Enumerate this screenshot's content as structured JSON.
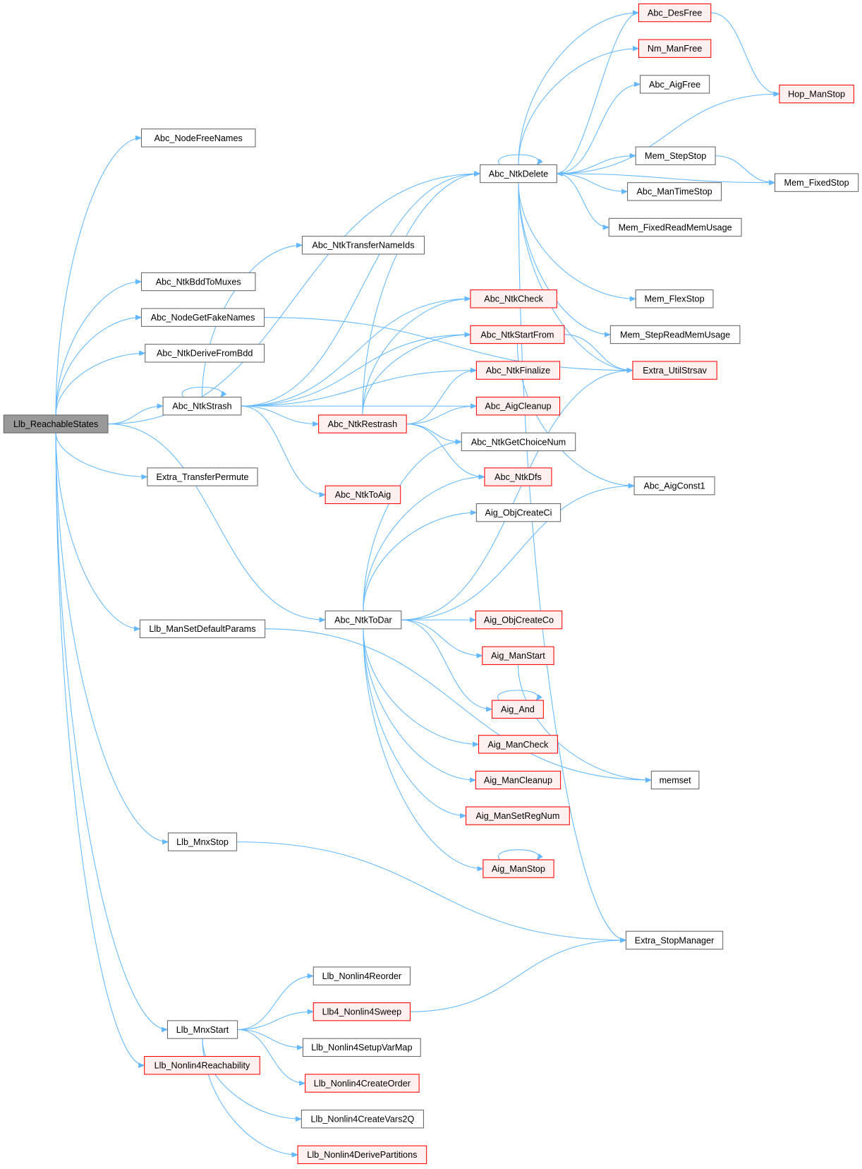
{
  "colors": {
    "edge": "#63b8ff",
    "root_fill": "#999999",
    "root_border": "#666666",
    "node_border": "#666666",
    "red_border": "#ff0000",
    "red_fill": "#fff0f0"
  },
  "nodes": [
    {
      "id": "reach",
      "label": "Llb_ReachableStates",
      "root": true
    },
    {
      "id": "nodefree",
      "label": "Abc_NodeFreeNames"
    },
    {
      "id": "bddmux",
      "label": "Abc_NtkBddToMuxes"
    },
    {
      "id": "fakenames",
      "label": "Abc_NodeGetFakeNames"
    },
    {
      "id": "derivebdd",
      "label": "Abc_NtkDeriveFromBdd"
    },
    {
      "id": "strash",
      "label": "Abc_NtkStrash"
    },
    {
      "id": "permute",
      "label": "Extra_TransferPermute"
    },
    {
      "id": "defparams",
      "label": "Llb_ManSetDefaultParams"
    },
    {
      "id": "mnxstop",
      "label": "Llb_MnxStop"
    },
    {
      "id": "mnxstart",
      "label": "Llb_MnxStart"
    },
    {
      "id": "n4reach",
      "label": "Llb_Nonlin4Reachability",
      "red": true
    },
    {
      "id": "ntkdelete",
      "label": "Abc_NtkDelete"
    },
    {
      "id": "transids",
      "label": "Abc_NtkTransferNameIds"
    },
    {
      "id": "restrash",
      "label": "Abc_NtkRestrash",
      "red": true
    },
    {
      "id": "toaig",
      "label": "Abc_NtkToAig",
      "red": true
    },
    {
      "id": "todar",
      "label": "Abc_NtkToDar"
    },
    {
      "id": "desfree",
      "label": "Abc_DesFree",
      "red": true
    },
    {
      "id": "nmfree",
      "label": "Nm_ManFree",
      "red": true
    },
    {
      "id": "aigfree",
      "label": "Abc_AigFree"
    },
    {
      "id": "hopstop",
      "label": "Hop_ManStop",
      "red": true
    },
    {
      "id": "stepstop",
      "label": "Mem_StepStop"
    },
    {
      "id": "fixedstop",
      "label": "Mem_FixedStop"
    },
    {
      "id": "timestop",
      "label": "Abc_ManTimeStop"
    },
    {
      "id": "fixedmem",
      "label": "Mem_FixedReadMemUsage"
    },
    {
      "id": "ntkcheck",
      "label": "Abc_NtkCheck",
      "red": true
    },
    {
      "id": "startfrom",
      "label": "Abc_NtkStartFrom",
      "red": true
    },
    {
      "id": "finalize",
      "label": "Abc_NtkFinalize",
      "red": true
    },
    {
      "id": "aigcleanup",
      "label": "Abc_AigCleanup",
      "red": true
    },
    {
      "id": "choicenum",
      "label": "Abc_NtkGetChoiceNum"
    },
    {
      "id": "ntkdfs",
      "label": "Abc_NtkDfs",
      "red": true
    },
    {
      "id": "createci",
      "label": "Aig_ObjCreateCi"
    },
    {
      "id": "flexstop",
      "label": "Mem_FlexStop"
    },
    {
      "id": "stepmem",
      "label": "Mem_StepReadMemUsage"
    },
    {
      "id": "strsav",
      "label": "Extra_UtilStrsav",
      "red": true
    },
    {
      "id": "const1",
      "label": "Abc_AigConst1"
    },
    {
      "id": "createco",
      "label": "Aig_ObjCreateCo",
      "red": true
    },
    {
      "id": "manstart",
      "label": "Aig_ManStart",
      "red": true
    },
    {
      "id": "aigand",
      "label": "Aig_And",
      "red": true
    },
    {
      "id": "mancheck",
      "label": "Aig_ManCheck",
      "red": true
    },
    {
      "id": "mancleanup",
      "label": "Aig_ManCleanup",
      "red": true
    },
    {
      "id": "regnum",
      "label": "Aig_ManSetRegNum",
      "red": true
    },
    {
      "id": "manstop",
      "label": "Aig_ManStop",
      "red": true
    },
    {
      "id": "memset",
      "label": "memset"
    },
    {
      "id": "stopmgr",
      "label": "Extra_StopManager"
    },
    {
      "id": "reorder",
      "label": "Llb_Nonlin4Reorder"
    },
    {
      "id": "sweep",
      "label": "Llb4_Nonlin4Sweep",
      "red": true
    },
    {
      "id": "varmap",
      "label": "Llb_Nonlin4SetupVarMap"
    },
    {
      "id": "createorder",
      "label": "Llb_Nonlin4CreateOrder",
      "red": true
    },
    {
      "id": "vars2q",
      "label": "Llb_Nonlin4CreateVars2Q"
    },
    {
      "id": "partitions",
      "label": "Llb_Nonlin4DerivePartitions",
      "red": true
    }
  ],
  "edges": [
    [
      "reach",
      "nodefree"
    ],
    [
      "reach",
      "ntkdelete"
    ],
    [
      "reach",
      "bddmux"
    ],
    [
      "reach",
      "fakenames"
    ],
    [
      "reach",
      "derivebdd"
    ],
    [
      "reach",
      "strash"
    ],
    [
      "reach",
      "permute"
    ],
    [
      "reach",
      "defparams"
    ],
    [
      "reach",
      "todar"
    ],
    [
      "reach",
      "mnxstop"
    ],
    [
      "reach",
      "mnxstart"
    ],
    [
      "reach",
      "n4reach"
    ],
    [
      "fakenames",
      "strsav"
    ],
    [
      "strash",
      "strash"
    ],
    [
      "strash",
      "ntkdelete"
    ],
    [
      "strash",
      "transids"
    ],
    [
      "strash",
      "ntkcheck"
    ],
    [
      "strash",
      "startfrom"
    ],
    [
      "strash",
      "finalize"
    ],
    [
      "strash",
      "restrash"
    ],
    [
      "strash",
      "aigcleanup"
    ],
    [
      "strash",
      "toaig"
    ],
    [
      "restrash",
      "ntkdelete"
    ],
    [
      "restrash",
      "ntkcheck"
    ],
    [
      "restrash",
      "startfrom"
    ],
    [
      "restrash",
      "finalize"
    ],
    [
      "restrash",
      "aigcleanup"
    ],
    [
      "restrash",
      "choicenum"
    ],
    [
      "restrash",
      "ntkdfs"
    ],
    [
      "ntkdelete",
      "ntkdelete"
    ],
    [
      "ntkdelete",
      "desfree"
    ],
    [
      "ntkdelete",
      "nmfree"
    ],
    [
      "ntkdelete",
      "aigfree"
    ],
    [
      "ntkdelete",
      "hopstop"
    ],
    [
      "ntkdelete",
      "stepstop"
    ],
    [
      "ntkdelete",
      "timestop"
    ],
    [
      "ntkdelete",
      "fixedmem"
    ],
    [
      "ntkdelete",
      "fixedstop"
    ],
    [
      "ntkdelete",
      "flexstop"
    ],
    [
      "ntkdelete",
      "stepmem"
    ],
    [
      "ntkdelete",
      "strsav"
    ],
    [
      "ntkdelete",
      "stopmgr"
    ],
    [
      "desfree",
      "ntkdelete"
    ],
    [
      "desfree",
      "hopstop"
    ],
    [
      "stepstop",
      "fixedstop"
    ],
    [
      "startfrom",
      "strsav"
    ],
    [
      "startfrom",
      "const1"
    ],
    [
      "todar",
      "choicenum"
    ],
    [
      "todar",
      "ntkdfs"
    ],
    [
      "todar",
      "createci"
    ],
    [
      "todar",
      "strsav"
    ],
    [
      "todar",
      "const1"
    ],
    [
      "todar",
      "createco"
    ],
    [
      "todar",
      "manstart"
    ],
    [
      "todar",
      "aigand"
    ],
    [
      "todar",
      "mancheck"
    ],
    [
      "todar",
      "mancleanup"
    ],
    [
      "todar",
      "regnum"
    ],
    [
      "todar",
      "manstop"
    ],
    [
      "manstart",
      "memset"
    ],
    [
      "aigand",
      "aigand"
    ],
    [
      "manstop",
      "manstop"
    ],
    [
      "defparams",
      "memset"
    ],
    [
      "mnxstop",
      "stopmgr"
    ],
    [
      "mnxstart",
      "reorder"
    ],
    [
      "mnxstart",
      "sweep"
    ],
    [
      "mnxstart",
      "varmap"
    ],
    [
      "mnxstart",
      "createorder"
    ],
    [
      "mnxstart",
      "vars2q"
    ],
    [
      "mnxstart",
      "partitions"
    ],
    [
      "sweep",
      "stopmgr"
    ]
  ]
}
